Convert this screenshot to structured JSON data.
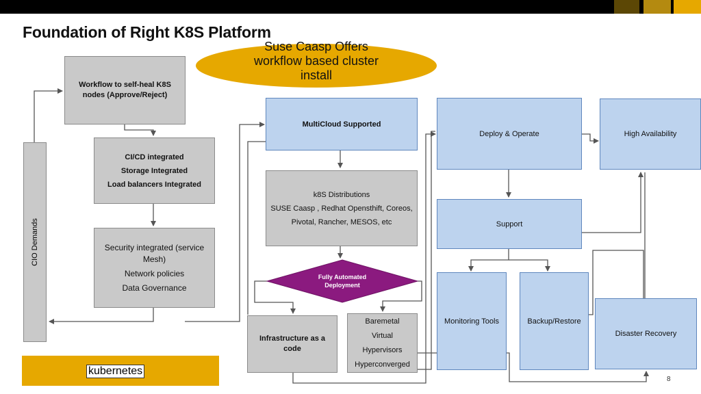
{
  "title": "Foundation of Right K8S Platform",
  "callout": "Suse Caasp Offers workflow based cluster install",
  "boxes": {
    "workflow": "Workflow to self-heal K8S nodes (Approve/Reject)",
    "cicd": [
      "CI/CD integrated",
      "Storage Integrated",
      "Load balancers Integrated"
    ],
    "security": [
      "Security integrated (service Mesh)",
      "Network policies",
      "Data Governance"
    ],
    "multicloud": "MultiCloud Supported",
    "distros": [
      "k8S Distributions",
      "SUSE Caasp , Redhat Opensthift, Coreos,",
      "Pivotal, Rancher, MESOS, etc"
    ],
    "fully_automated": [
      "Fully Automated",
      "Deployment"
    ],
    "iac": "Infrastructure as a code",
    "targets": [
      "Baremetal",
      "Virtual",
      "Hypervisors",
      "Hyperconverged"
    ],
    "deploy": "Deploy & Operate",
    "ha": "High Availability",
    "support": "Support",
    "monitoring": "Monitoring Tools",
    "backup": "Backup/Restore",
    "dr": "Disaster Recovery",
    "cio": "CIO Demands"
  },
  "footer": {
    "kubernetes": "kubernetes",
    "page_number": "8"
  },
  "colors": {
    "gold": "#e6a800",
    "blue_box": "#bdd3ee",
    "gray_box": "#c9c9c9",
    "diamond": "#8b1a7f"
  }
}
